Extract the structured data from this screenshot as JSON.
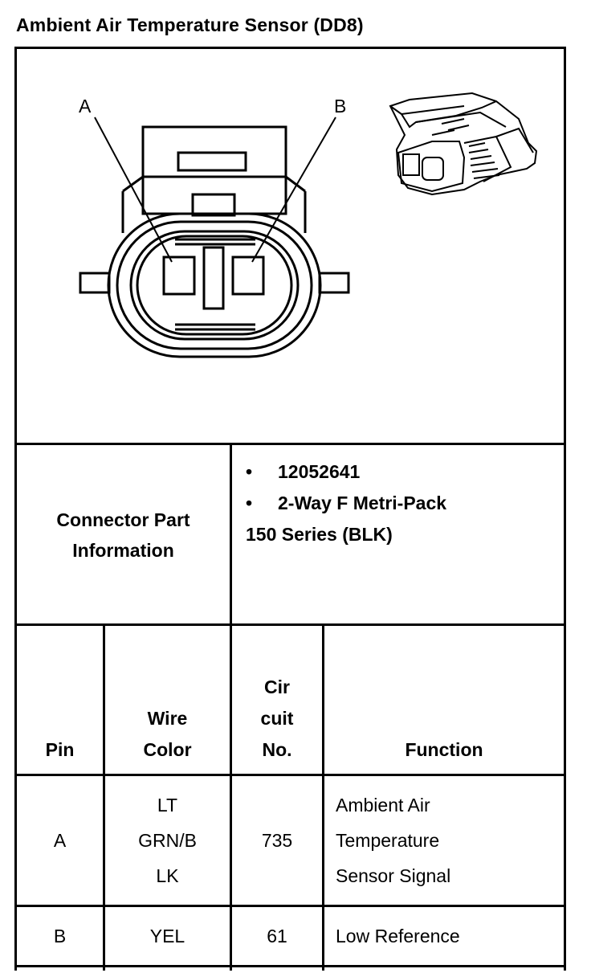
{
  "title": "Ambient Air Temperature Sensor (DD8)",
  "diagram": {
    "pin_a_label": "A",
    "pin_b_label": "B"
  },
  "connector": {
    "label_line1": "Connector Part",
    "label_line2": "Information",
    "bullets": [
      "12052641",
      "2-Way F Metri-Pack"
    ],
    "continuation": "150 Series (BLK)"
  },
  "table": {
    "headers": {
      "pin": "Pin",
      "wire_color": [
        "Wire",
        "Color"
      ],
      "circuit": [
        "Cir",
        "cuit",
        "No."
      ],
      "function": "Function"
    },
    "rows": [
      {
        "pin": "A",
        "wire_color": [
          "LT",
          "GRN/B",
          "LK"
        ],
        "circuit": "735",
        "function": [
          "Ambient Air",
          "Temperature",
          "Sensor Signal"
        ]
      },
      {
        "pin": "B",
        "wire_color": [
          "YEL"
        ],
        "circuit": "61",
        "function": [
          "Low Reference"
        ]
      }
    ]
  }
}
